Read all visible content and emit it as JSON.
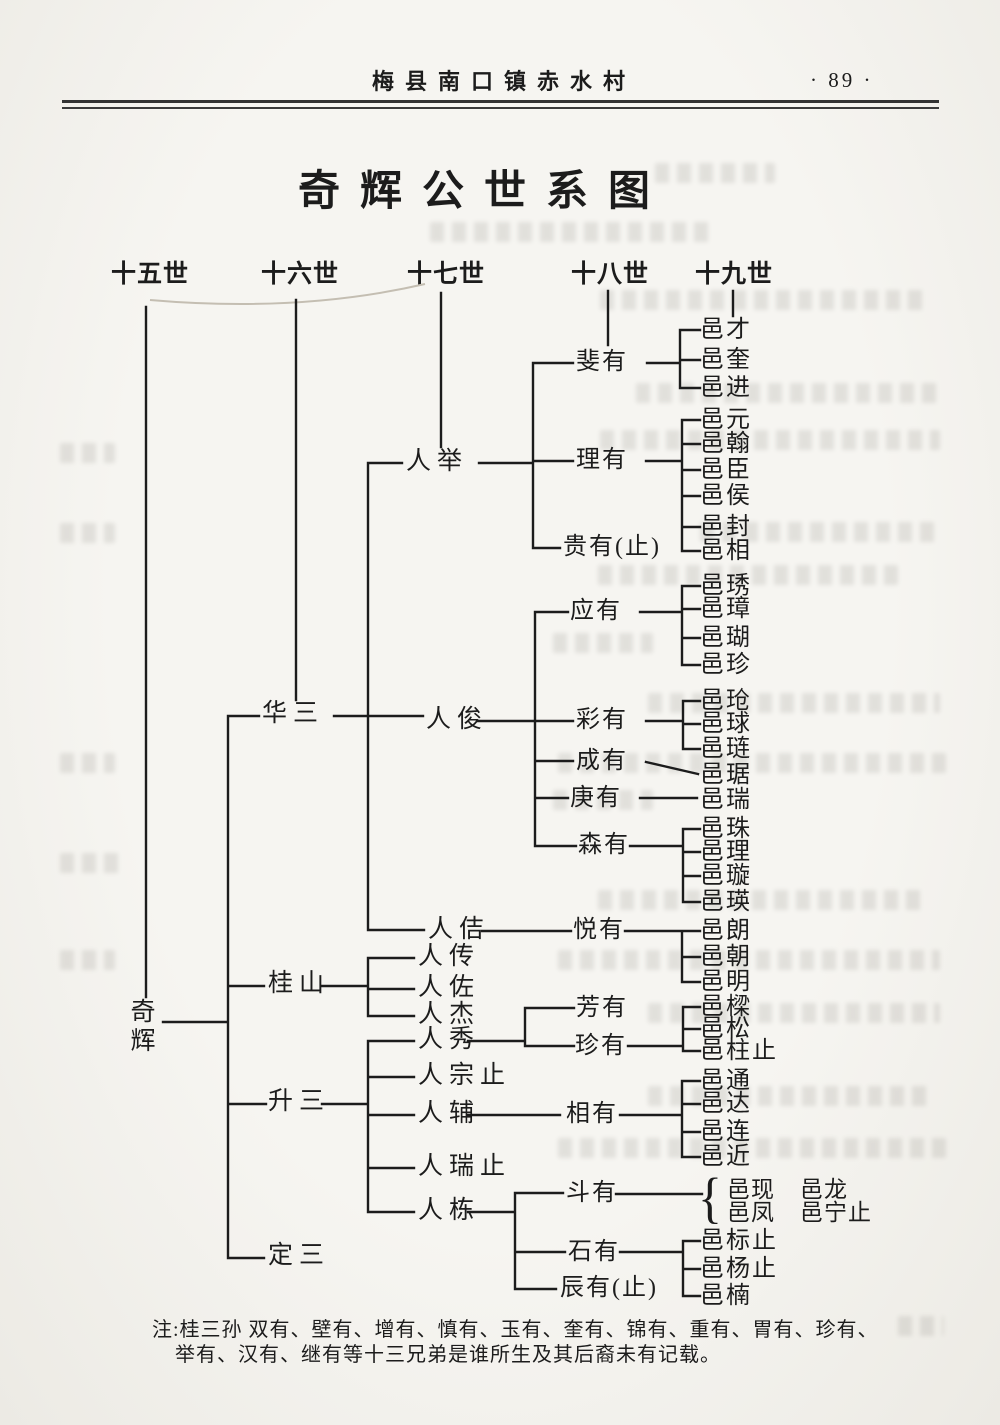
{
  "page": {
    "header": {
      "village": "梅县南口镇赤水村",
      "page_number": "· 89 ·"
    },
    "title": "奇辉公世系图",
    "generation_labels": [
      "十五世",
      "十六世",
      "十七世",
      "十八世",
      "十九世"
    ],
    "note": {
      "line1": "注:桂三孙  双有、壁有、增有、慎有、玉有、奎有、锦有、重有、胃有、珍有、",
      "line2": "举有、汉有、继有等十三兄弟是谁所生及其后裔未有记载。"
    }
  },
  "style": {
    "ink": "#1c1c1c",
    "paper": "#f4f2ee",
    "rule_color": "#333333"
  },
  "tree": {
    "root": {
      "name": "奇辉",
      "generation": "十五世",
      "children": [
        {
          "name": "华三",
          "children": [
            {
              "name": "人举",
              "children": [
                {
                  "name": "斐有",
                  "children": [
                    {
                      "name": "邑才"
                    },
                    {
                      "name": "邑奎"
                    },
                    {
                      "name": "邑进"
                    }
                  ]
                },
                {
                  "name": "理有",
                  "children": [
                    {
                      "name": "邑元"
                    },
                    {
                      "name": "邑翰"
                    },
                    {
                      "name": "邑臣"
                    },
                    {
                      "name": "邑侯"
                    },
                    {
                      "name": "邑封"
                    },
                    {
                      "name": "邑相"
                    }
                  ]
                },
                {
                  "name": "贵有(止)"
                }
              ]
            },
            {
              "name": "人俊",
              "children": [
                {
                  "name": "应有",
                  "children": [
                    {
                      "name": "邑琇"
                    },
                    {
                      "name": "邑璋"
                    },
                    {
                      "name": "邑瑚"
                    },
                    {
                      "name": "邑珍"
                    }
                  ]
                },
                {
                  "name": "彩有",
                  "children": [
                    {
                      "name": "邑玱"
                    },
                    {
                      "name": "邑球"
                    },
                    {
                      "name": "邑琏"
                    }
                  ]
                },
                {
                  "name": "成有",
                  "children": [
                    {
                      "name": "邑琚"
                    }
                  ]
                },
                {
                  "name": "庚有",
                  "children": [
                    {
                      "name": "邑瑞"
                    }
                  ]
                },
                {
                  "name": "森有",
                  "children": [
                    {
                      "name": "邑珠"
                    },
                    {
                      "name": "邑理"
                    },
                    {
                      "name": "邑璇"
                    },
                    {
                      "name": "邑瑛"
                    }
                  ]
                }
              ]
            },
            {
              "name": "人佶",
              "children": [
                {
                  "name": "悦有",
                  "children": [
                    {
                      "name": "邑朗"
                    },
                    {
                      "name": "邑朝"
                    },
                    {
                      "name": "邑明"
                    }
                  ]
                }
              ]
            }
          ]
        },
        {
          "name": "桂山",
          "children": [
            {
              "name": "人传"
            },
            {
              "name": "人佐"
            },
            {
              "name": "人杰"
            }
          ]
        },
        {
          "name": "升三",
          "children": [
            {
              "name": "人秀",
              "children": [
                {
                  "name": "芳有"
                },
                {
                  "name": "珍有",
                  "children": [
                    {
                      "name": "邑樑"
                    },
                    {
                      "name": "邑松"
                    },
                    {
                      "name": "邑柱止"
                    }
                  ]
                }
              ]
            },
            {
              "name": "人宗止"
            },
            {
              "name": "人辅",
              "children": [
                {
                  "name": "相有",
                  "children": [
                    {
                      "name": "邑通"
                    },
                    {
                      "name": "邑达"
                    },
                    {
                      "name": "邑连"
                    },
                    {
                      "name": "邑近"
                    }
                  ]
                }
              ]
            },
            {
              "name": "人瑞止"
            },
            {
              "name": "人栋",
              "children": [
                {
                  "name": "斗有",
                  "brace": "{",
                  "children": [
                    {
                      "name": "邑现"
                    },
                    {
                      "name": "邑龙"
                    },
                    {
                      "name": "邑凤"
                    },
                    {
                      "name": "邑宁止"
                    }
                  ]
                },
                {
                  "name": "石有",
                  "children": [
                    {
                      "name": "邑标止"
                    },
                    {
                      "name": "邑杨止"
                    },
                    {
                      "name": "邑楠"
                    }
                  ]
                },
                {
                  "name": "辰有(止)"
                }
              ]
            }
          ]
        },
        {
          "name": "定三"
        }
      ]
    }
  }
}
